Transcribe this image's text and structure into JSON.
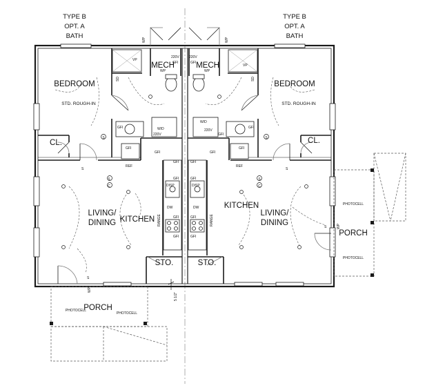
{
  "headers": {
    "left": [
      "TYPE B",
      "OPT. A",
      "BATH"
    ],
    "right": [
      "TYPE B",
      "OPT. A",
      "BATH"
    ]
  },
  "rooms": {
    "bedroom": "BEDROOM",
    "rough_in": "STD. ROUGH-IN",
    "closet": "CL.",
    "mech": "MECH",
    "living_line1": "LIVING/",
    "living_line2": "DINING",
    "kitchen": "KITCHEN",
    "storage": "STO.",
    "porch": "PORCH"
  },
  "annotations": {
    "gfi": "GFI",
    "wd": "W/D",
    "v220": "220V",
    "wp": "WP",
    "vp": "VP",
    "ref": "REF",
    "disp": "DISP",
    "dw": "DW",
    "range": "RANGE",
    "photocell": "PHOTOCELL",
    "sd": "SD",
    "dimension": "5 1/2\"",
    "switch": "S",
    "smoke_symbol": "S",
    "co_symbol": "C"
  },
  "colors": {
    "line": "#1a1a1a",
    "dash": "#555555",
    "light": "#8a8a8a"
  }
}
